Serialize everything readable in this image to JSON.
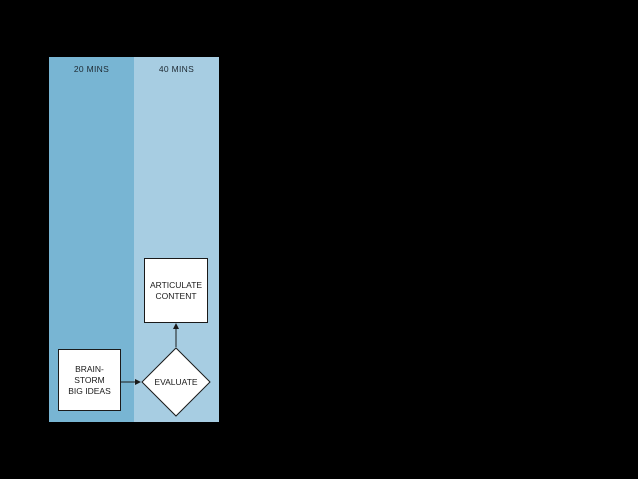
{
  "colors": {
    "background": "#000000",
    "column_1_fill": "#78b5d3",
    "column_2_fill": "#a7cde2",
    "node_fill": "#ffffff",
    "stroke": "#1a1a1a"
  },
  "columns": [
    {
      "header": "20 MINS"
    },
    {
      "header": "40 MINS"
    }
  ],
  "nodes": {
    "brainstorm": {
      "label": "BRAIN-\nSTORM\nBIG IDEAS",
      "shape": "rectangle"
    },
    "evaluate": {
      "label": "EVALUATE",
      "shape": "diamond"
    },
    "articulate": {
      "label": "ARTICULATE\nCONTENT",
      "shape": "rectangle"
    }
  },
  "edges": [
    {
      "from": "brainstorm",
      "to": "evaluate"
    },
    {
      "from": "evaluate",
      "to": "articulate"
    }
  ]
}
